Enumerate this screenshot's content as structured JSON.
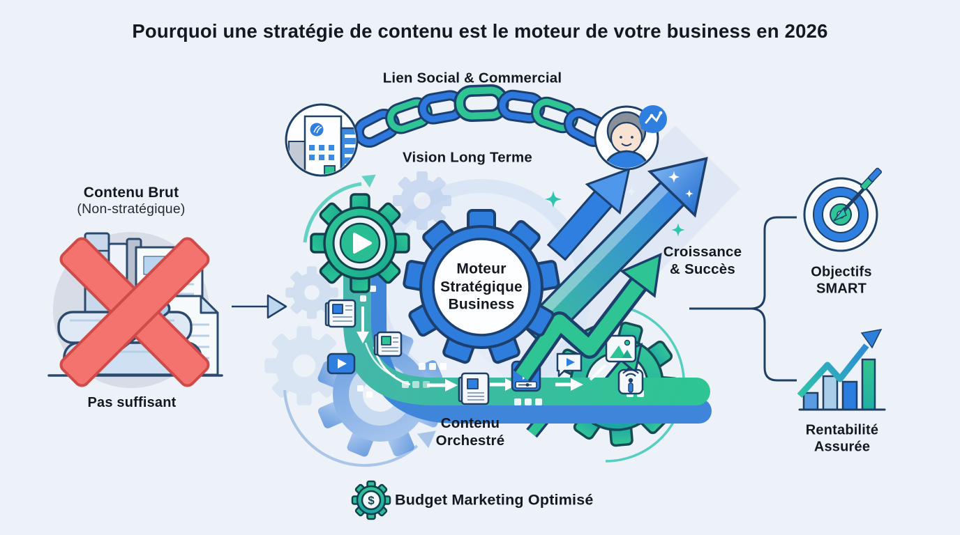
{
  "title": "Pourquoi une stratégie de contenu est le moteur de votre business en 2026",
  "top_link": {
    "title": "Lien Social & Commercial",
    "subtitle": "Vision Long Terme",
    "left_icon": "building-icon",
    "right_icon": "person-chat-icon"
  },
  "left_section": {
    "heading": "Contenu Brut",
    "subheading": "(Non-stratégique)",
    "caption": "Pas suffisant",
    "icon": "books-documents-crossed-icon"
  },
  "center": {
    "gear_label": "Moteur\nStratégique\nBusiness",
    "growth_label": "Croissance\n& Succès",
    "flow_label": "Contenu\nOrchestré"
  },
  "right_section": {
    "items": [
      {
        "label": "Objectifs\nSMART",
        "icon": "target-icon"
      },
      {
        "label": "Rentabilité\nAssurée",
        "icon": "growth-chart-icon"
      }
    ]
  },
  "footer": {
    "label": "Budget Marketing Optimisé",
    "icon": "gear-dollar-icon",
    "currency_symbol": "$"
  },
  "colors": {
    "background": "#edf1f8",
    "blue": "#2e7fe0",
    "green": "#2ec493",
    "teal": "#1fb5a6",
    "navy": "#1e3f66",
    "red": "#f4716c",
    "light_blue": "#a9c6e8",
    "text": "#14181f"
  }
}
